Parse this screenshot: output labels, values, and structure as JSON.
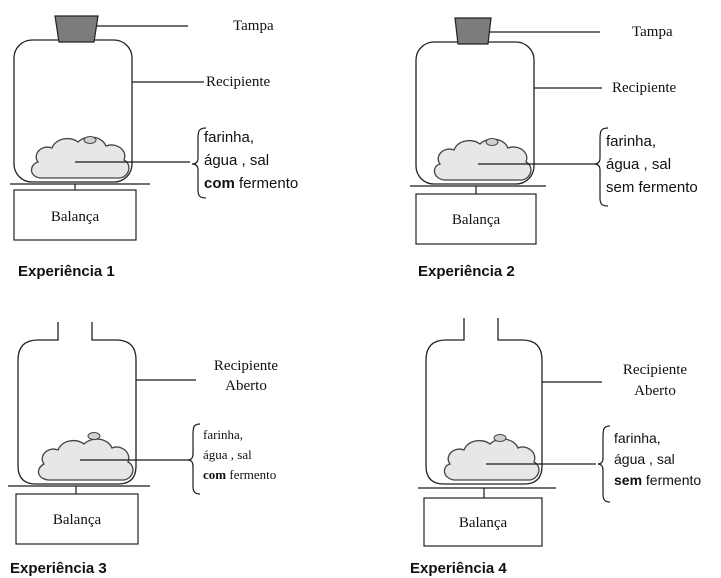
{
  "experiments": [
    {
      "caption": "Experiência 1",
      "lid_label": "Tampa",
      "container_label": "Recipiente",
      "container_label_2": "",
      "contents_line1": "farinha,",
      "contents_line2": "água , sal",
      "contents_bold": "com",
      "contents_rest": " fermento",
      "scale_label": "Balança"
    },
    {
      "caption": "Experiência 2",
      "lid_label": "Tampa",
      "container_label": "Recipiente",
      "container_label_2": "",
      "contents_line1": "farinha,",
      "contents_line2": "água , sal",
      "contents_bold": "",
      "contents_rest": "sem fermento",
      "scale_label": "Balança"
    },
    {
      "caption": "Experiência 3",
      "lid_label": "",
      "container_label": "Recipiente",
      "container_label_2": "Aberto",
      "contents_line1": "farinha,",
      "contents_line2": "água , sal",
      "contents_bold": "com",
      "contents_rest": " fermento",
      "scale_label": "Balança"
    },
    {
      "caption": "Experiência 4",
      "lid_label": "",
      "container_label": "Recipiente",
      "container_label_2": "Aberto",
      "contents_line1": "farinha,",
      "contents_line2": "água , sal",
      "contents_bold": "sem",
      "contents_rest": " fermento",
      "scale_label": "Balança"
    }
  ]
}
